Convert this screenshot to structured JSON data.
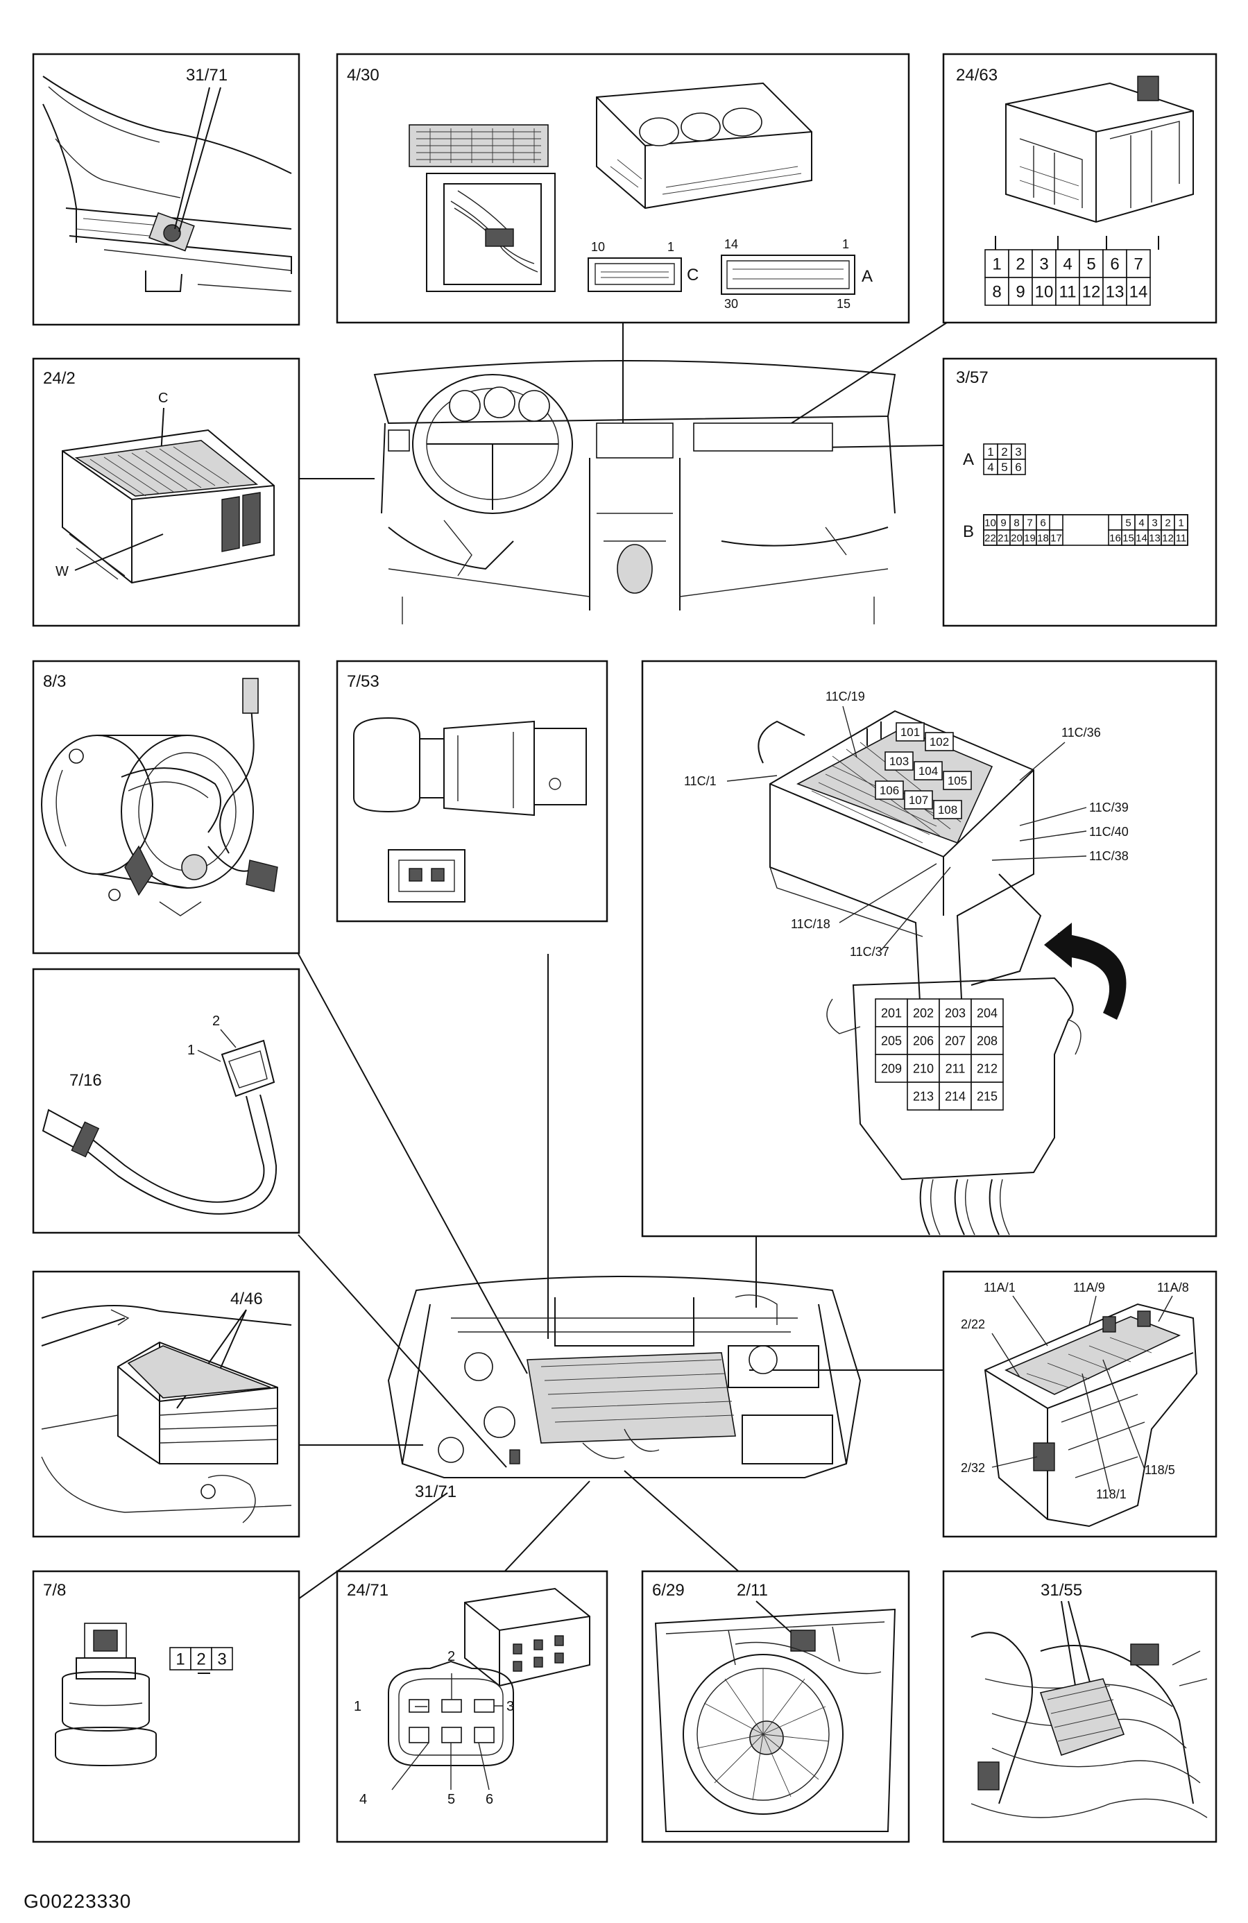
{
  "figure_code": "G00223330",
  "panels": {
    "p31_71": {
      "id": "31/71"
    },
    "p4_30": {
      "id": "4/30",
      "conn_c": {
        "left": "10",
        "right": "1",
        "tag": "C"
      },
      "conn_a": {
        "tl": "14",
        "tr": "1",
        "bl": "30",
        "br": "15",
        "tag": "A"
      }
    },
    "p24_63": {
      "id": "24/63",
      "pins_top": [
        "1",
        "2",
        "3",
        "4",
        "5",
        "6",
        "7"
      ],
      "pins_bottom": [
        "8",
        "9",
        "10",
        "11",
        "12",
        "13",
        "14"
      ]
    },
    "p24_2": {
      "id": "24/2",
      "callout_c": "C",
      "callout_w": "W"
    },
    "p3_57": {
      "id": "3/57",
      "a_label": "A",
      "a_top": [
        "1",
        "2",
        "3"
      ],
      "a_bottom": [
        "4",
        "5",
        "6"
      ],
      "b_label": "B",
      "b_top_left": [
        "10",
        "9",
        "8",
        "7",
        "6"
      ],
      "b_top_right": [
        "5",
        "4",
        "3",
        "2",
        "1"
      ],
      "b_bot_left": [
        "22",
        "21",
        "20",
        "19",
        "18",
        "17"
      ],
      "b_bot_right": [
        "16",
        "15",
        "14",
        "13",
        "12",
        "11"
      ]
    },
    "p8_3": {
      "id": "8/3"
    },
    "p7_53": {
      "id": "7/53"
    },
    "p7_16": {
      "id": "7/16",
      "callout_1": "1",
      "callout_2": "2"
    },
    "p4_46": {
      "id": "4/46"
    },
    "p7_8": {
      "id": "7/8",
      "pins": [
        "1",
        "2",
        "3"
      ]
    },
    "p24_71": {
      "id": "24/71",
      "pins": [
        "1",
        "2",
        "3",
        "4",
        "5",
        "6"
      ]
    },
    "p6_29": {
      "id": "6/29",
      "callout": "2/11"
    },
    "p31_55": {
      "id": "31/55"
    },
    "engine_bay": {
      "callout": "31/71"
    },
    "fusebox": {
      "labels": [
        "11C/19",
        "11C/36",
        "11C/1",
        "11C/39",
        "11C/40",
        "11C/38",
        "11C/18",
        "11C/37"
      ],
      "relays_top": [
        "101",
        "102",
        "103",
        "104",
        "105",
        "106",
        "107",
        "108"
      ],
      "relays_bottom": [
        "201",
        "202",
        "203",
        "204",
        "205",
        "206",
        "207",
        "208",
        "209",
        "210",
        "211",
        "212",
        "213",
        "214",
        "215"
      ]
    },
    "relaybox": {
      "labels": [
        "11A/1",
        "11A/9",
        "11A/8",
        "2/22",
        "118/5",
        "2/32",
        "118/1"
      ]
    }
  }
}
